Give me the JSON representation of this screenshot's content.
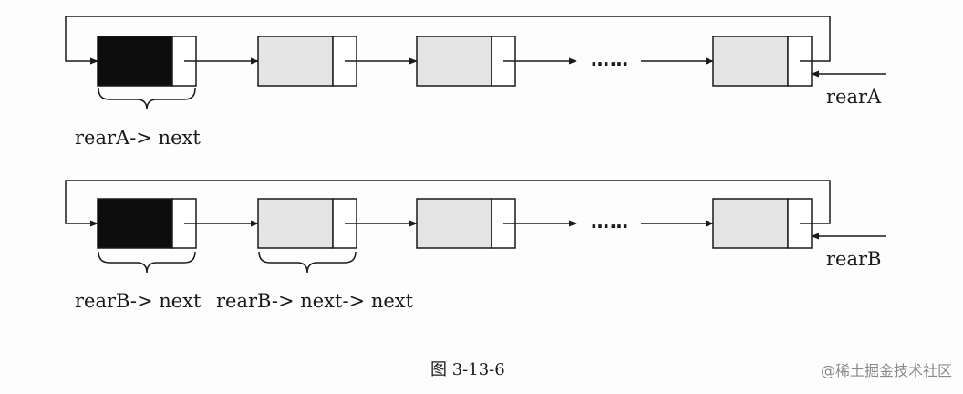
{
  "colors": {
    "head_node": "#0d0d0d",
    "data_node": "#e4e4e4",
    "pointer_cell": "#ffffff",
    "stroke": "#1a1a1a"
  },
  "diagram_a": {
    "ellipsis": "……",
    "head_brace_label": "rearA-> next",
    "rear_label": "rearA"
  },
  "diagram_b": {
    "ellipsis": "……",
    "head_brace_label": "rearB-> next",
    "second_brace_label": "rearB-> next-> next",
    "rear_label": "rearB"
  },
  "caption": "图 3-13-6",
  "watermark": "@稀土掘金技术社区"
}
